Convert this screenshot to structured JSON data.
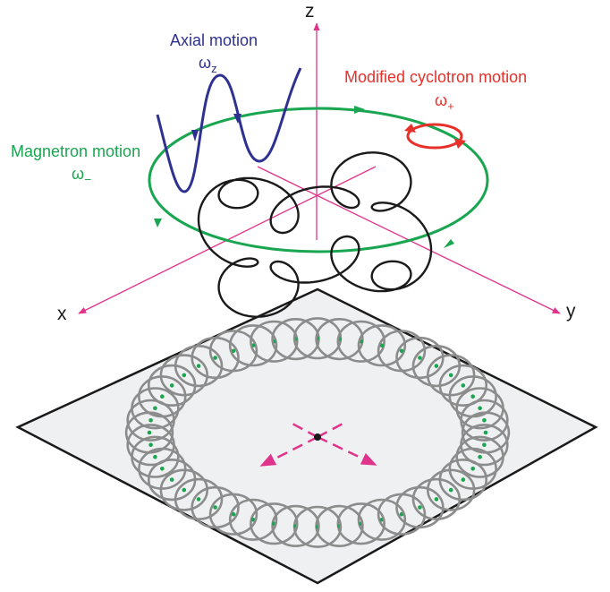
{
  "labels": {
    "axial_motion": "Axial motion",
    "axial_freq": "ω",
    "axial_freq_sub": "z",
    "magnetron_motion": "Magnetron motion",
    "magnetron_freq": "ω",
    "magnetron_freq_sub": "−",
    "cyclotron_motion": "Modified cyclotron motion",
    "cyclotron_freq": "ω",
    "cyclotron_freq_sub": "+",
    "axis_x": "x",
    "axis_y": "y",
    "axis_z": "z"
  },
  "colors": {
    "axes": "#e0348c",
    "magnetron": "#1aa551",
    "axial": "#2e3192",
    "cyclotron": "#e8302a",
    "trajectory": "#1a1a1a",
    "ring": "#8c8c8c",
    "plane_fill": "#eff0f1",
    "plane_stroke": "#1a1a1a",
    "text": "#1a1a1a"
  },
  "projection": {
    "ring_loop_count": 48,
    "center_dot": true
  }
}
